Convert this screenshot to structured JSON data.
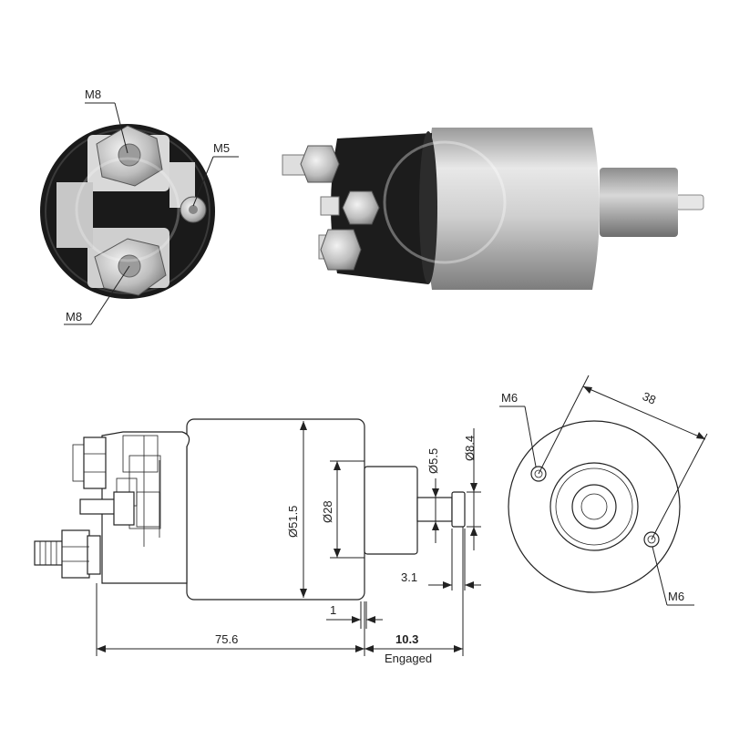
{
  "photo_labels": {
    "top_terminal": "M8",
    "small_terminal": "M5",
    "bottom_terminal": "M8"
  },
  "side_view_labels": {
    "body_diameter": "Ø51.5",
    "inner_diameter": "Ø28",
    "plunger_diameter": "Ø5.5",
    "tip_diameter": "Ø8.4",
    "tip_length": "3.1",
    "gap": "1",
    "body_length": "75.6",
    "engaged_travel": "10.3",
    "engaged_caption": "Engaged"
  },
  "end_view_labels": {
    "hole_top": "M6",
    "hole_bottom": "M6",
    "hole_spacing": "38"
  },
  "colors": {
    "line": "#222222",
    "cap_dark": "#1a1a1a",
    "body_metal": "#c8c8c8"
  }
}
